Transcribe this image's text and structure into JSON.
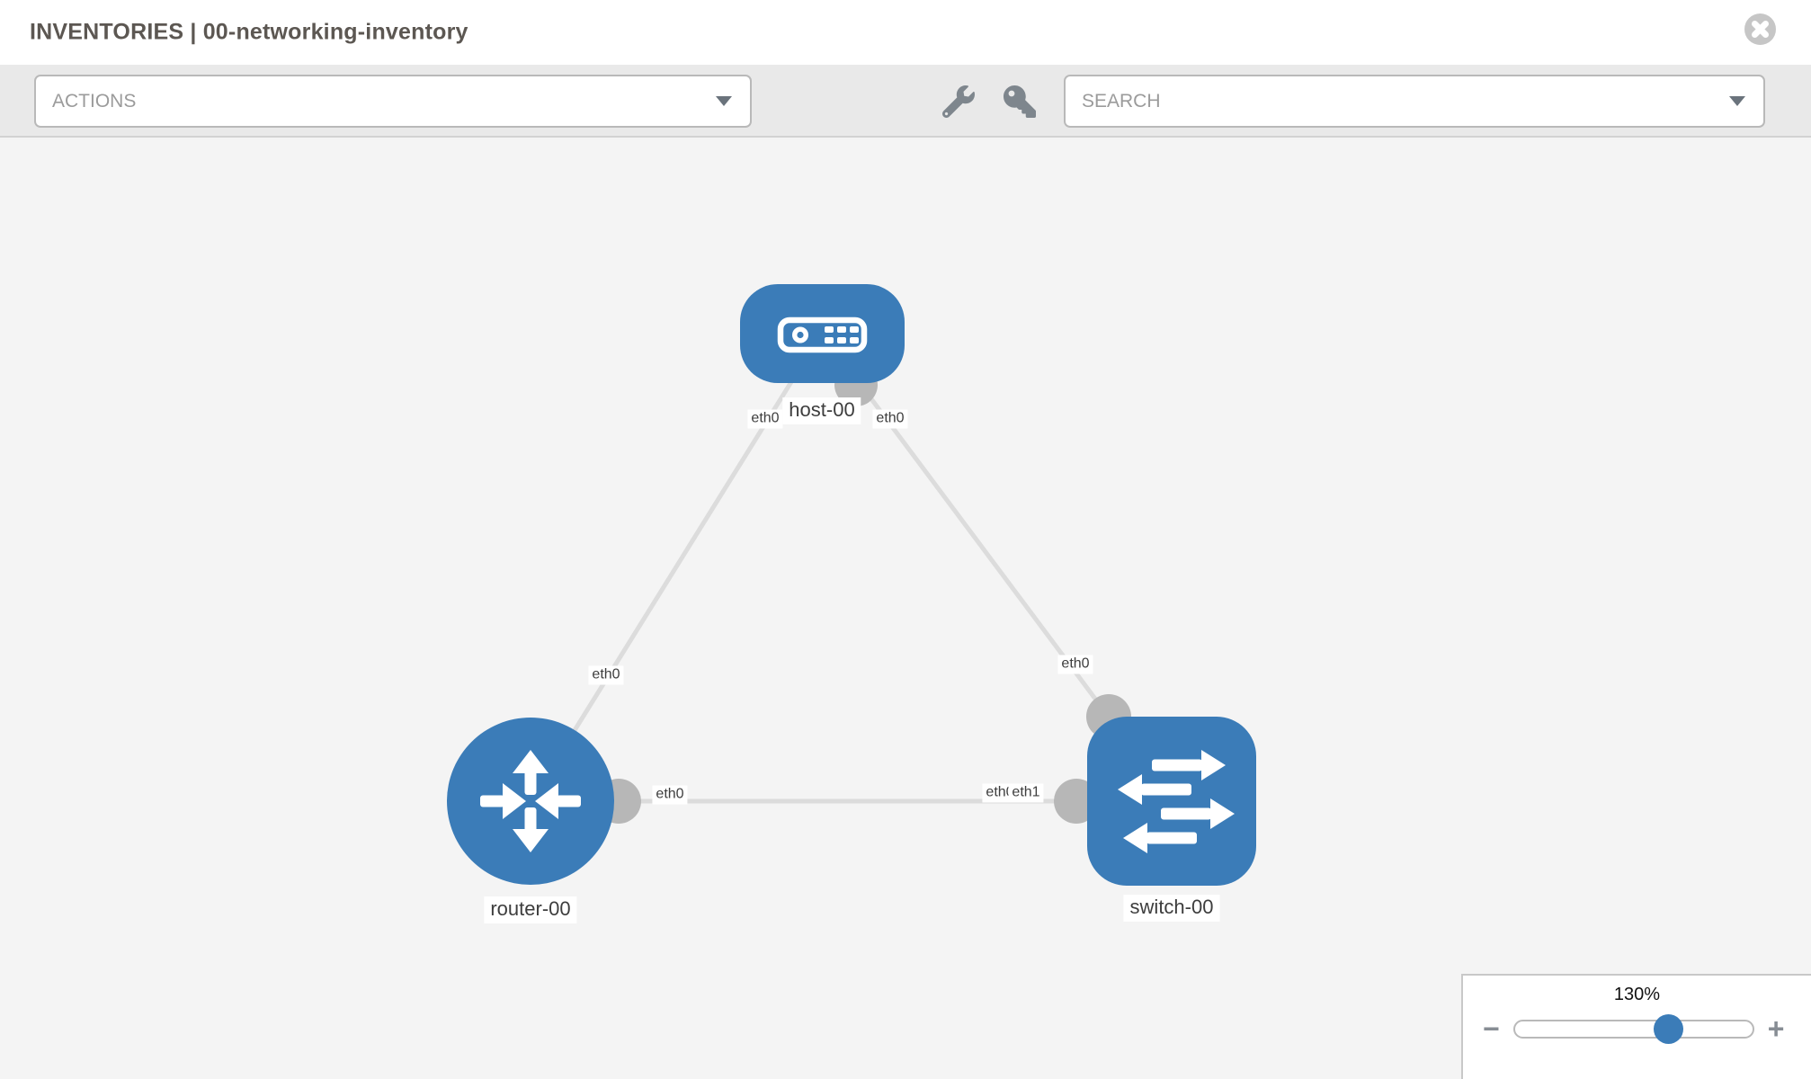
{
  "header": {
    "title": "INVENTORIES | 00-networking-inventory"
  },
  "toolbar": {
    "actions_label": "ACTIONS",
    "search_label": "SEARCH",
    "tool_icons": [
      "wrench-icon",
      "key-icon"
    ]
  },
  "topology": {
    "nodes": [
      {
        "id": "host-00",
        "type": "host",
        "label": "host-00"
      },
      {
        "id": "router-00",
        "type": "router",
        "label": "router-00"
      },
      {
        "id": "switch-00",
        "type": "switch",
        "label": "switch-00"
      }
    ],
    "links": [
      {
        "source": "host-00",
        "target": "router-00",
        "source_interface": "eth0",
        "target_interface": "eth0"
      },
      {
        "source": "host-00",
        "target": "switch-00",
        "source_interface": "eth0",
        "target_interface": "eth0"
      },
      {
        "source": "router-00",
        "target": "switch-00",
        "source_interface": "eth0",
        "target_interface": "eth1",
        "overlapping_label": "eth0"
      }
    ]
  },
  "zoom_control": {
    "level": "130%",
    "minus": "−",
    "plus": "+"
  },
  "colors": {
    "node_blue": "#3b7cb8",
    "link_gray": "#dcdcdc",
    "port_gray": "#b7b7b7",
    "toolbar_bg": "#e9e9e9",
    "canvas_bg": "#f4f4f4"
  }
}
